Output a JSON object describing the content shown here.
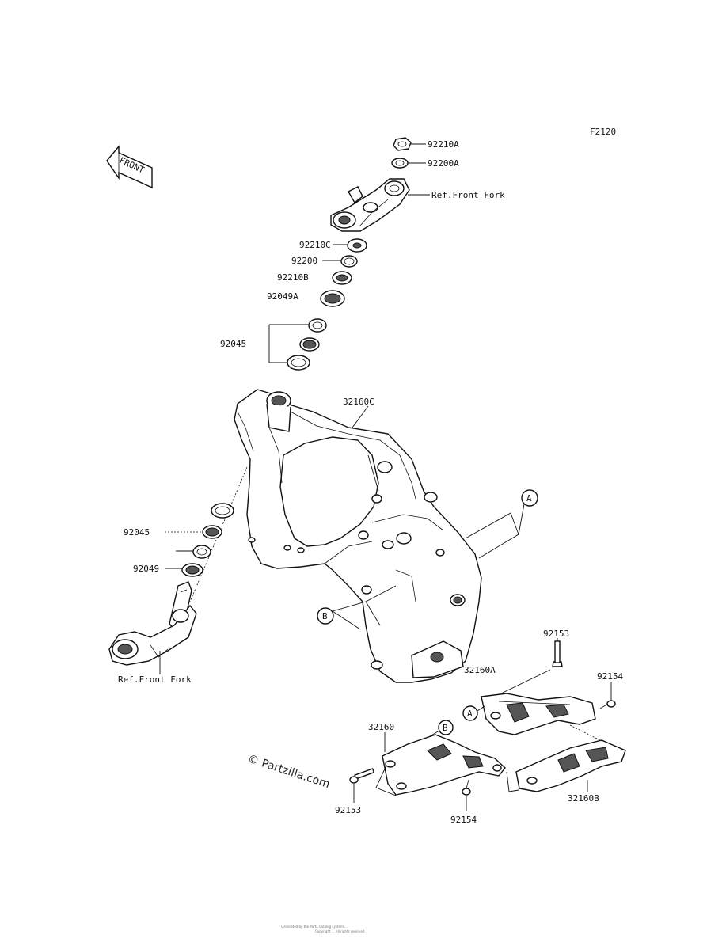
{
  "diagram": {
    "code": "F2120",
    "front_arrow": "FRONT",
    "ref_top": "Ref.Front Fork",
    "ref_bottom": "Ref.Front Fork",
    "labels": {
      "p92210A": "92210A",
      "p92200A": "92200A",
      "p92210C": "92210",
      "p92200": "92200",
      "p92210B": "92210B",
      "p92049A": "92049A",
      "p92045_top": "92045",
      "p32160C": "32160C",
      "p92045_bottom": "92045",
      "p92049": "92049",
      "p92153_right": "92153",
      "p32160A": "32160A",
      "p92154_right": "92154",
      "p32160": "32160",
      "p92153_left": "92153",
      "p92154_bottom": "92154",
      "p32160B": "32160B"
    },
    "callouts": {
      "A": "A",
      "B": "B"
    },
    "watermark": "© Partzilla.com",
    "footer_line1": "Generated by the Parts Catalog system ...",
    "footer_line2": "Copyright ... All rights reserved."
  }
}
